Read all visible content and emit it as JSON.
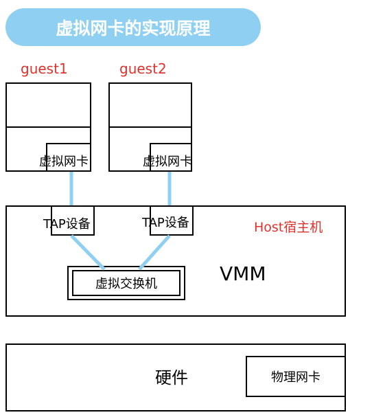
{
  "title": "虚拟网卡的实现原理",
  "guests": [
    {
      "label": "guest1",
      "vnic": "虚拟网卡"
    },
    {
      "label": "guest2",
      "vnic": "虚拟网卡"
    }
  ],
  "host": {
    "label": "Host宿主机",
    "tap_devices": [
      "TAP设备",
      "TAP设备"
    ],
    "vswitch": "虚拟交换机",
    "vmm": "VMM"
  },
  "hardware": {
    "label": "硬件",
    "physical_nic": "物理网卡"
  },
  "colors": {
    "title_bg": "#8fd0f2",
    "connector": "#8fd0f2",
    "accent_red": "#e0322d"
  }
}
